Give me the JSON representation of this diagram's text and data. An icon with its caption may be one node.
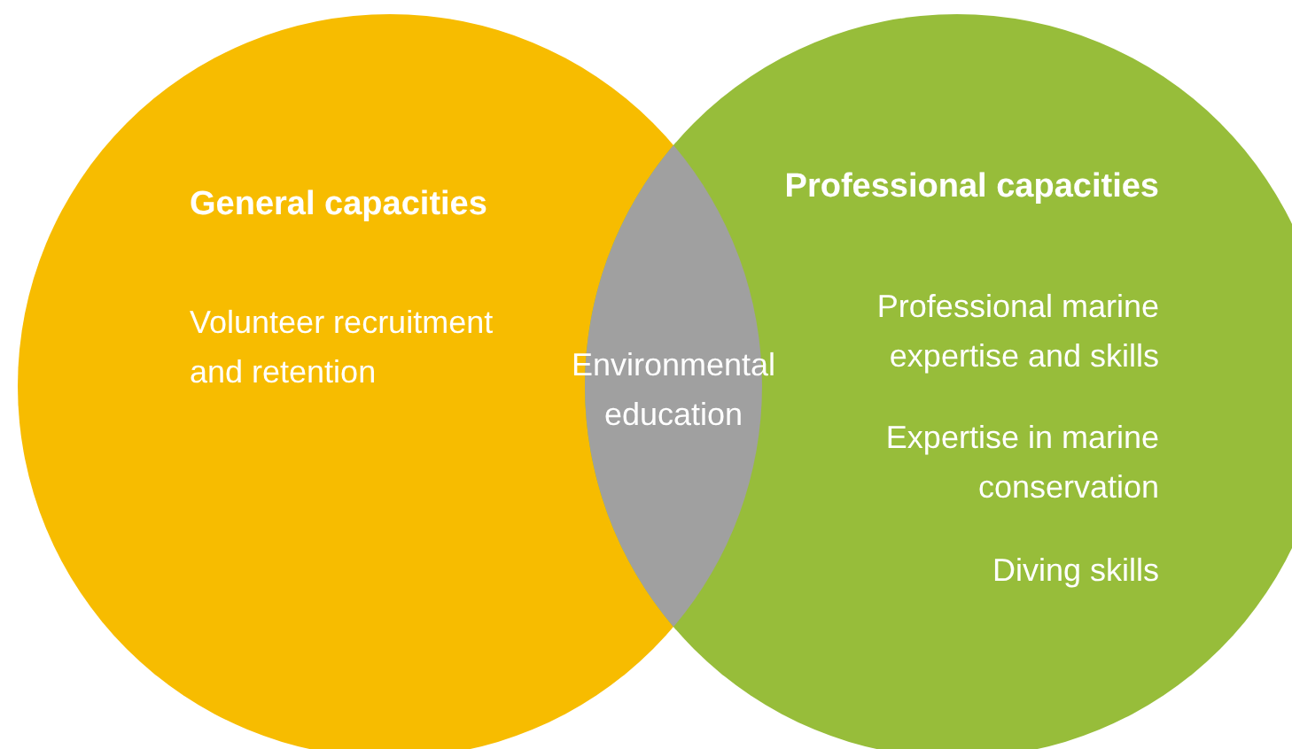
{
  "diagram": {
    "nodes": [
      {
        "text": [
          "General capacities",
          "Volunteer recruitment and retention"
        ]
      },
      {
        "text": [
          "Professional capacities",
          "Professional marine expertise and skills",
          "Expertise in marine conservation",
          "Diving skills"
        ]
      },
      {
        "text": [
          "Environmental education"
        ]
      }
    ]
  }
}
